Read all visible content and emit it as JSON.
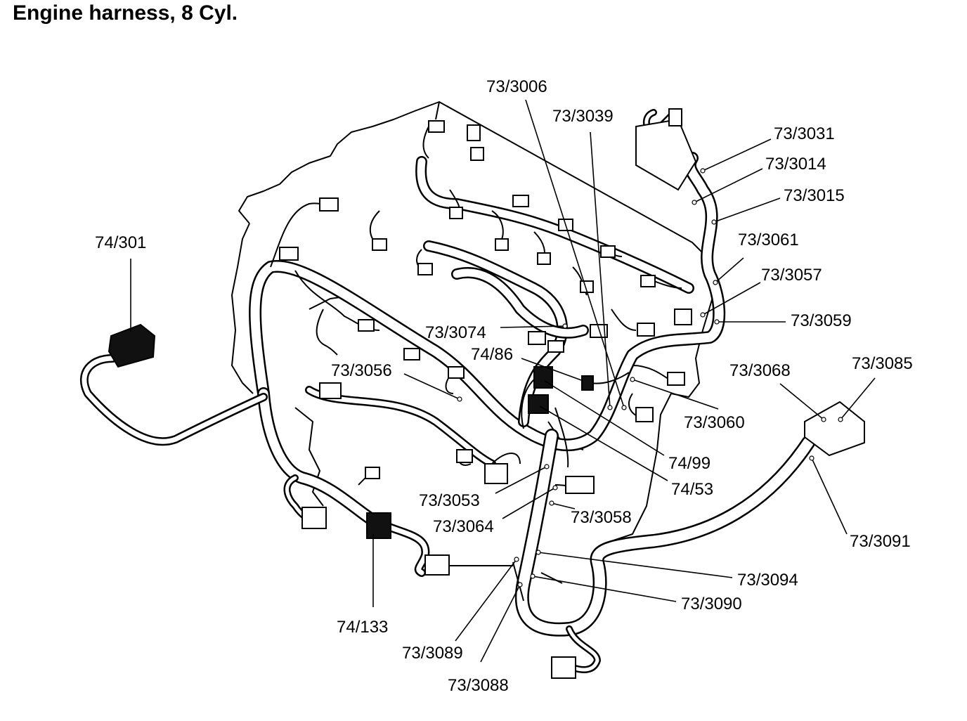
{
  "title": "Engine harness, 8 Cyl.",
  "labels": {
    "l_74_301": "74/301",
    "l_73_3006": "73/3006",
    "l_73_3039": "73/3039",
    "l_73_3031": "73/3031",
    "l_73_3014": "73/3014",
    "l_73_3015": "73/3015",
    "l_73_3061": "73/3061",
    "l_73_3057": "73/3057",
    "l_73_3059": "73/3059",
    "l_73_3074": "73/3074",
    "l_74_86": "74/86",
    "l_73_3056": "73/3056",
    "l_73_3068": "73/3068",
    "l_73_3085": "73/3085",
    "l_73_3060": "73/3060",
    "l_74_99": "74/99",
    "l_74_53": "74/53",
    "l_73_3053": "73/3053",
    "l_73_3064": "73/3064",
    "l_73_3058": "73/3058",
    "l_73_3091": "73/3091",
    "l_73_3094": "73/3094",
    "l_73_3090": "73/3090",
    "l_74_133": "74/133",
    "l_73_3089": "73/3089",
    "l_73_3088": "73/3088"
  }
}
